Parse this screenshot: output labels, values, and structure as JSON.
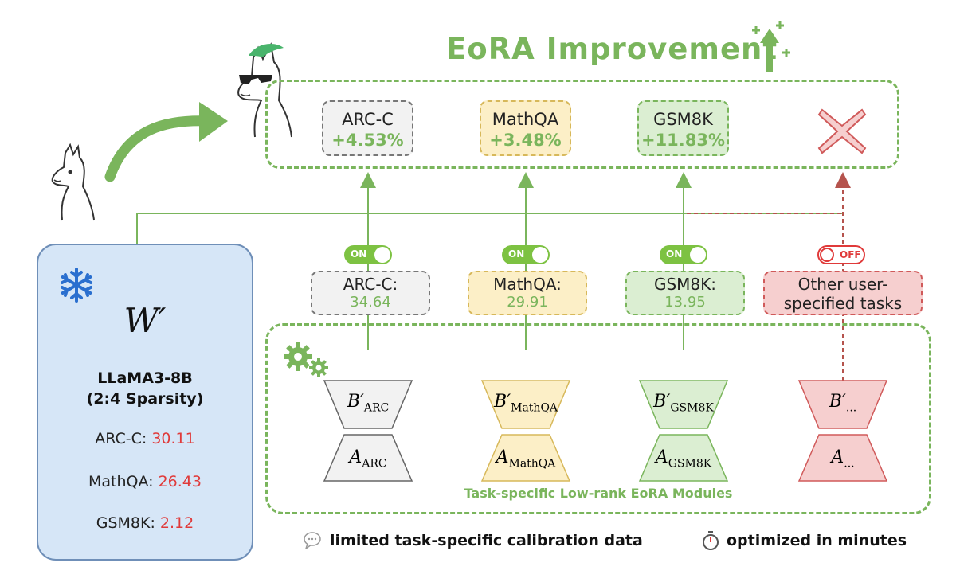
{
  "title": "EoRA Improvement",
  "results": [
    {
      "name": "ARC-C",
      "improvement": "+4.53%"
    },
    {
      "name": "MathQA",
      "improvement": "+3.48%"
    },
    {
      "name": "GSM8K",
      "improvement": "+11.83%"
    }
  ],
  "toggles": [
    {
      "label": "ON",
      "state": "on"
    },
    {
      "label": "ON",
      "state": "on"
    },
    {
      "label": "ON",
      "state": "on"
    },
    {
      "label": "OFF",
      "state": "off"
    }
  ],
  "scores": [
    {
      "name": "ARC-C:",
      "value": "34.64"
    },
    {
      "name": "MathQA:",
      "value": "29.91"
    },
    {
      "name": "GSM8K:",
      "value": "13.95"
    }
  ],
  "other_task": {
    "line1": "Other user-",
    "line2": "specified tasks"
  },
  "model": {
    "weight_symbol": "W′",
    "name_line1": "LLaMA3-8B",
    "name_line2": "(2:4 Sparsity)",
    "metrics": [
      {
        "name": "ARC-C: ",
        "value": "30.11"
      },
      {
        "name": "MathQA: ",
        "value": "26.43"
      },
      {
        "name": "GSM8K: ",
        "value": "2.12"
      }
    ]
  },
  "modules": {
    "label": "Task-specific Low-rank EoRA Modules",
    "items": [
      {
        "b_main": "B′",
        "b_sub": "ARC",
        "a_main": "A",
        "a_sub": "ARC"
      },
      {
        "b_main": "B′",
        "b_sub": "MathQA",
        "a_main": "A",
        "a_sub": "MathQA"
      },
      {
        "b_main": "B′",
        "b_sub": "GSM8K",
        "a_main": "A",
        "a_sub": "GSM8K"
      },
      {
        "b_main": "B′",
        "b_sub": "...",
        "a_main": "A",
        "a_sub": "..."
      }
    ]
  },
  "footer": {
    "calibration": "limited task-specific calibration data",
    "speed": "optimized in minutes"
  },
  "colors": {
    "green": "#7ab55c",
    "red": "#e03a3a",
    "gray_fill": "#f2f2f2",
    "yellow_fill": "#fcefc7",
    "green_fill": "#dbeed2",
    "red_fill": "#f6cfcf",
    "blue_panel": "#d6e6f7"
  },
  "icons": [
    "llama-icon",
    "sunglasses-llama-icon",
    "sparkle-arrow-icon",
    "cross-icon",
    "snowflake-icon",
    "gears-icon",
    "speech-bubble-icon",
    "stopwatch-icon"
  ]
}
